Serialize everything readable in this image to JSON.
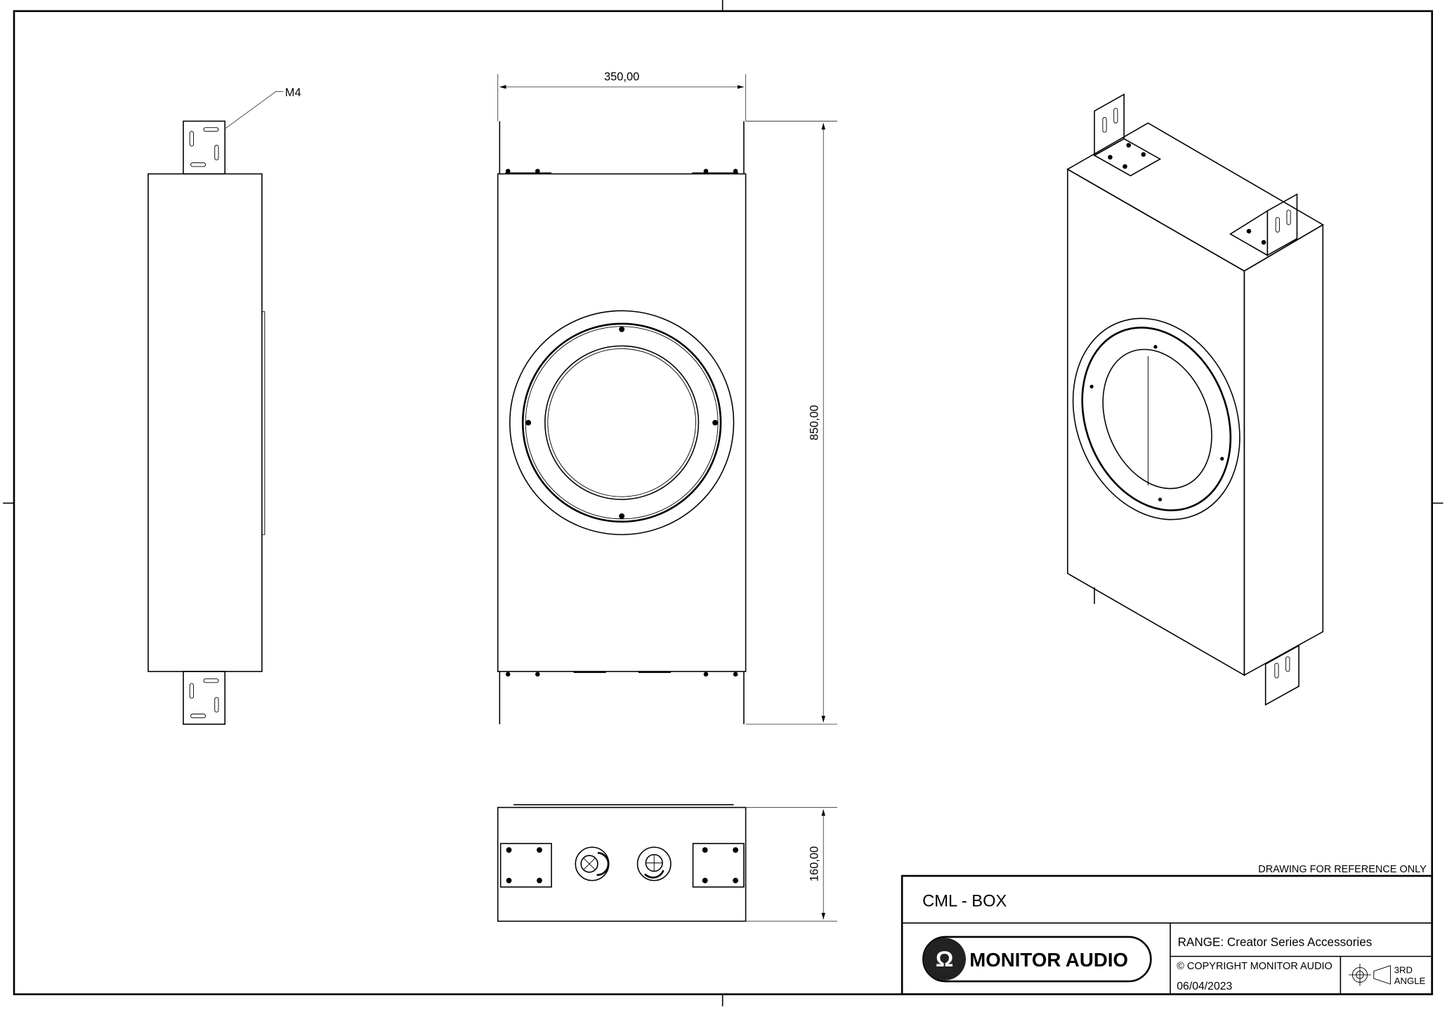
{
  "drawing": {
    "title": "CML - BOX",
    "range": "RANGE: Creator Series Accessories",
    "copyright": "© COPYRIGHT MONITOR AUDIO",
    "date": "06/04/2023",
    "note": "DRAWING FOR REFERENCE ONLY",
    "projection_line1": "3RD",
    "projection_line2": "ANGLE",
    "brand": "MONITOR AUDIO",
    "brand_mark": "Ω"
  },
  "dimensions": {
    "width": "350,00",
    "height": "850,00",
    "depth": "160,00",
    "thread_callout": "M4"
  }
}
